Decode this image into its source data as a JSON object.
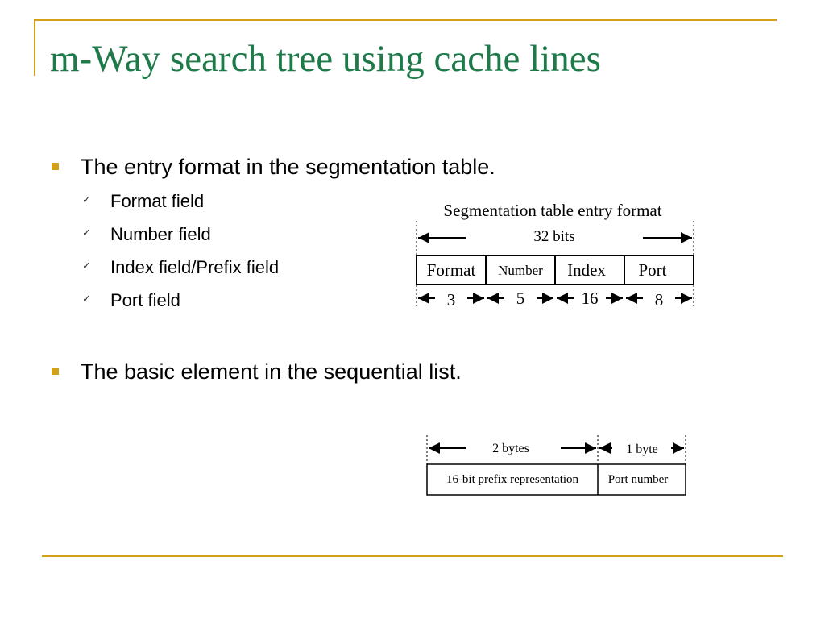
{
  "slide": {
    "title": "m-Way search tree using cache lines",
    "bullets": [
      {
        "text": "The entry format in the segmentation table.",
        "sub_items": [
          "Format field",
          "Number field",
          "Index field/Prefix field",
          "Port field"
        ]
      },
      {
        "text": "The basic element in the sequential list.",
        "sub_items": []
      }
    ]
  },
  "diagram_segmentation": {
    "caption": "Segmentation table entry format",
    "total_label": "32 bits",
    "fields": [
      {
        "name": "Format",
        "bits": "3"
      },
      {
        "name": "Number",
        "bits": "5"
      },
      {
        "name": "Index",
        "bits": "16"
      },
      {
        "name": "Port",
        "bits": "8"
      }
    ]
  },
  "diagram_sequential": {
    "left_label": "2 bytes",
    "right_label": "1 byte",
    "fields": [
      "16-bit prefix representation",
      "Port number"
    ]
  },
  "colors": {
    "title": "#1f7a4a",
    "accent": "#d4a017",
    "text": "#000000"
  },
  "icons": {
    "bullet": "square-bullet-icon",
    "sub_bullet": "checkmark-icon"
  }
}
